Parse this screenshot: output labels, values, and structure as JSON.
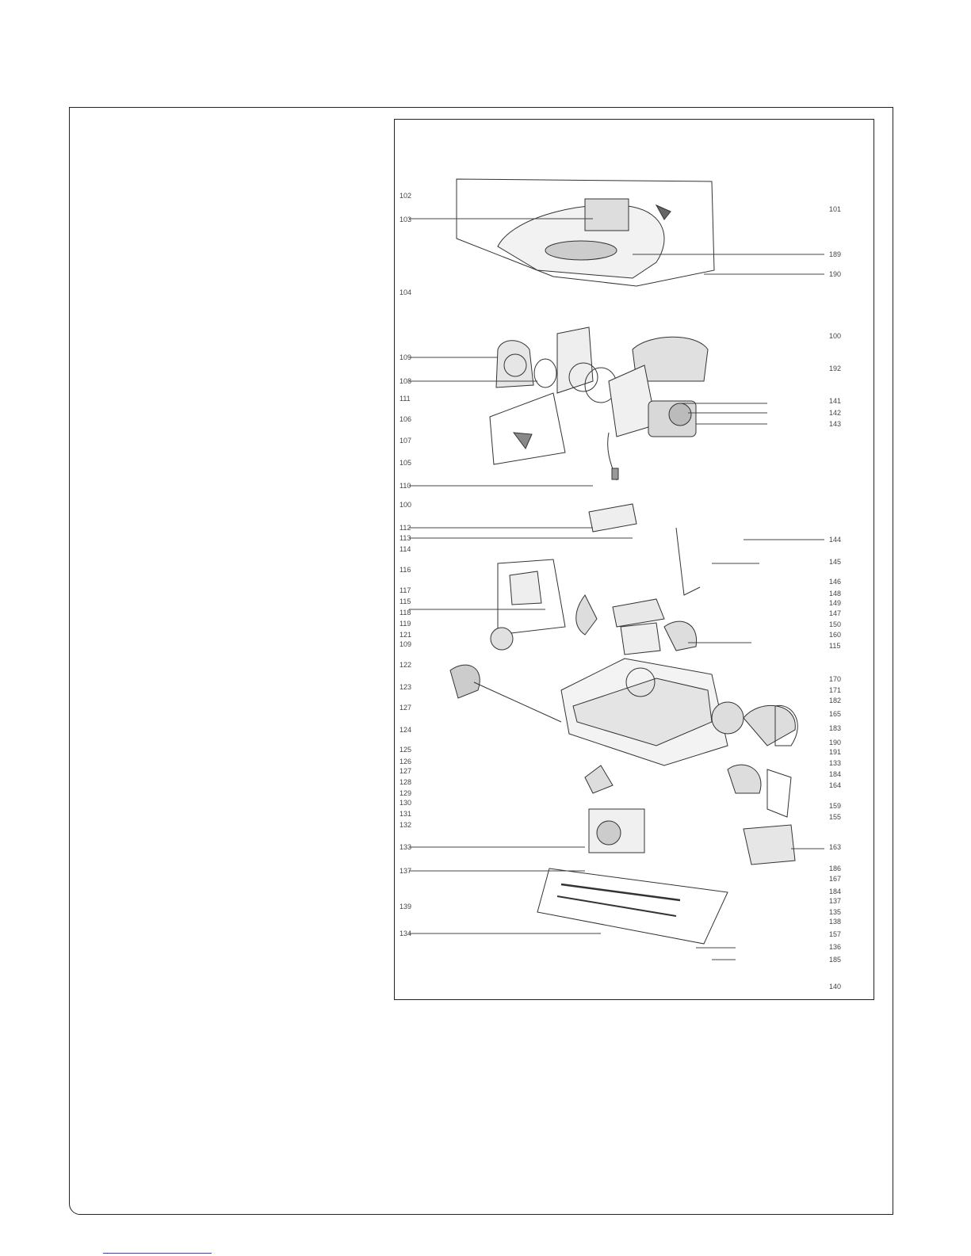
{
  "diagram": {
    "left_labels": [
      "102",
      "103",
      "104",
      "109",
      "108",
      "111",
      "106",
      "107",
      "105",
      "110",
      "100",
      "112",
      "113",
      "114",
      "116",
      "117",
      "115",
      "118",
      "119",
      "121",
      "109",
      "122",
      "123",
      "127",
      "124",
      "125",
      "126",
      "127",
      "128",
      "129",
      "130",
      "131",
      "132",
      "133",
      "137",
      "139",
      "134"
    ],
    "right_labels": [
      "101",
      "189",
      "190",
      "100",
      "192",
      "141",
      "142",
      "143",
      "144",
      "145",
      "146",
      "148",
      "149",
      "147",
      "150",
      "160",
      "115",
      "170",
      "171",
      "182",
      "165",
      "183",
      "190",
      "191",
      "133",
      "184",
      "164",
      "159",
      "155",
      "163",
      "186",
      "167",
      "184",
      "137",
      "135",
      "138",
      "157",
      "136",
      "185",
      "140"
    ]
  }
}
